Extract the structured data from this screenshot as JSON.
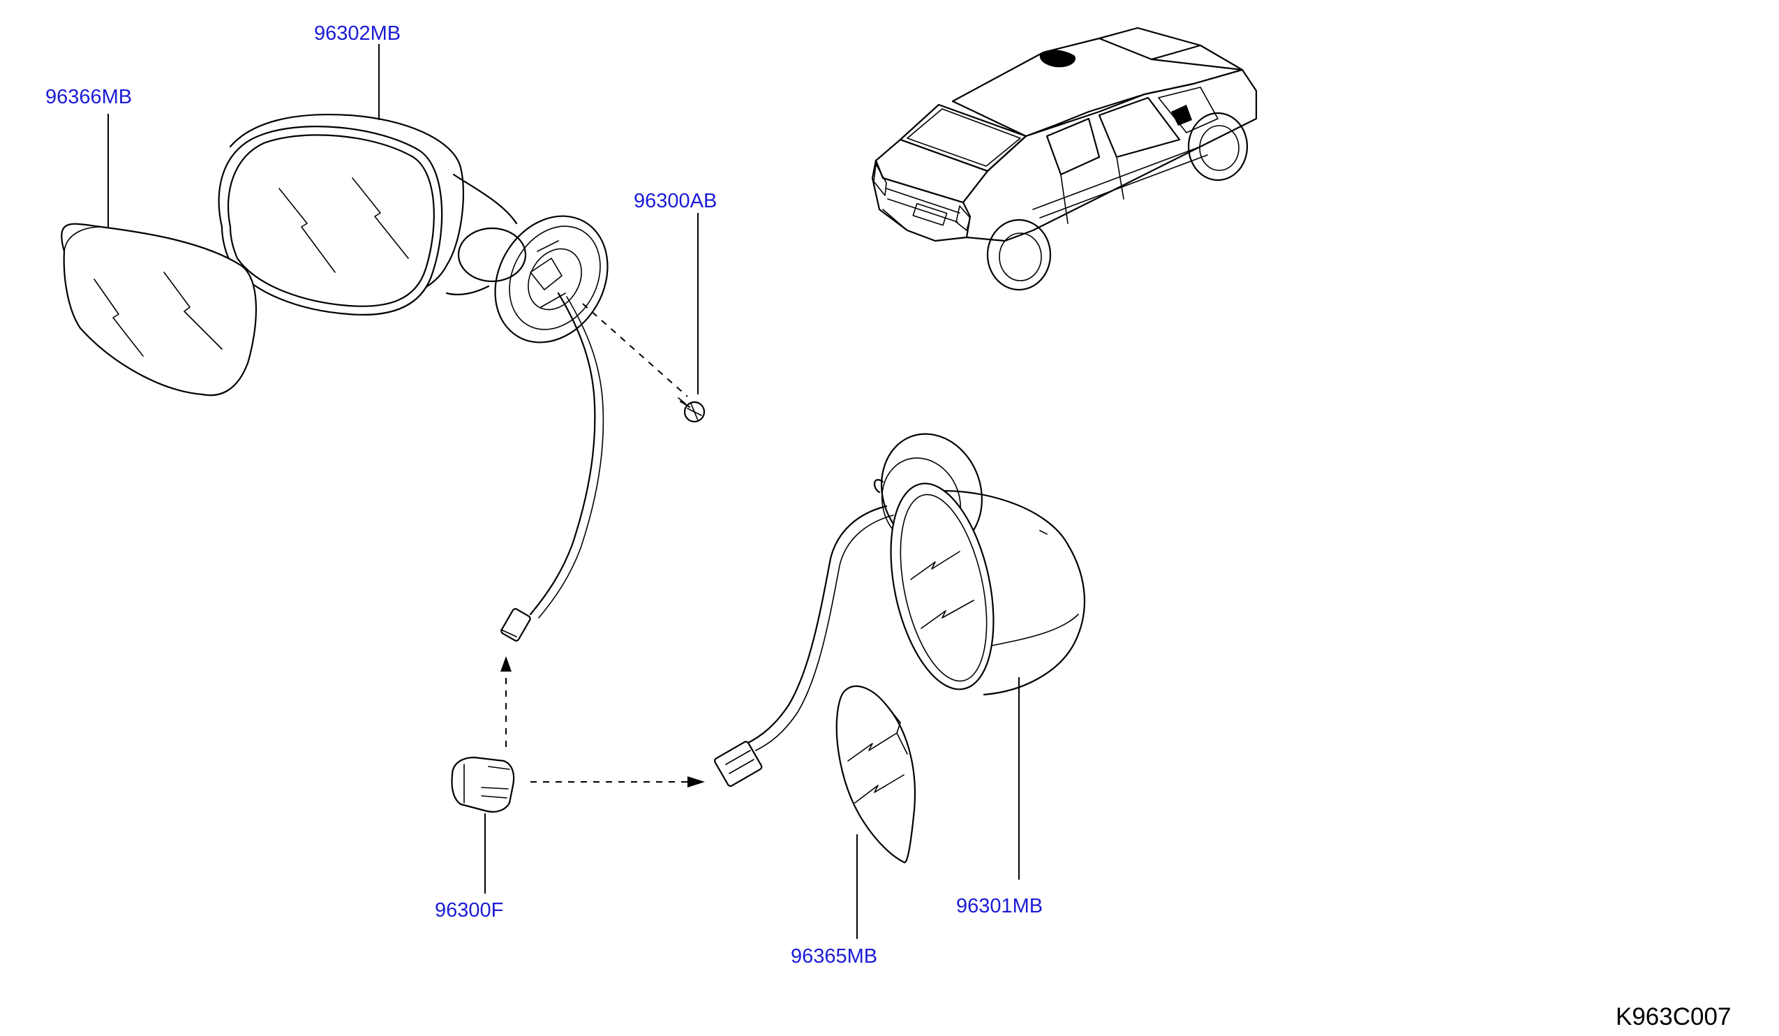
{
  "diagram_code": "K963C007",
  "parts": {
    "p96302MB": "96302MB",
    "p96366MB": "96366MB",
    "p96300AB": "96300AB",
    "p96300F": "96300F",
    "p96365MB": "96365MB",
    "p96301MB": "96301MB"
  },
  "colors": {
    "label": "#1c1cd6",
    "line": "#000000",
    "background": "#ffffff"
  }
}
